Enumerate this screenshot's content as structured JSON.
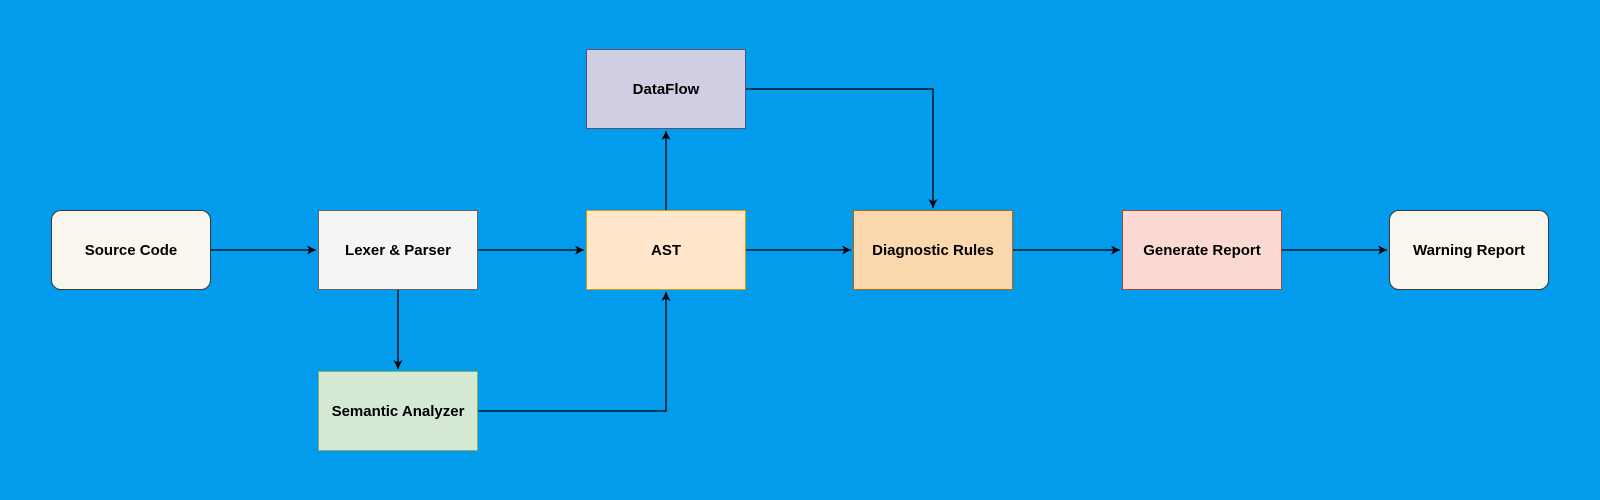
{
  "diagram": {
    "nodes": {
      "source": {
        "label": "Source Code",
        "fill": "#F9F7ED",
        "stroke": "#36393D"
      },
      "lexer": {
        "label": "Lexer & Parser",
        "fill": "#F5F5F5",
        "stroke": "#666666"
      },
      "semantic": {
        "label": "Semantic Analyzer",
        "fill": "#D5E8D4",
        "stroke": "#82B366"
      },
      "ast": {
        "label": "AST",
        "fill": "#FFE6CC",
        "stroke": "#D79B00"
      },
      "dataflow": {
        "label": "DataFlow",
        "fill": "#D0CEE2",
        "stroke": "#56517E"
      },
      "diag": {
        "label": "Diagnostic Rules",
        "fill": "#FAD7AC",
        "stroke": "#B46504"
      },
      "generate": {
        "label": "Generate Report",
        "fill": "#FAD9D5",
        "stroke": "#AE4132"
      },
      "warning": {
        "label": "Warning Report",
        "fill": "#F9F7ED",
        "stroke": "#36393D"
      }
    },
    "edges": [
      {
        "from": "source",
        "to": "lexer"
      },
      {
        "from": "lexer",
        "to": "ast"
      },
      {
        "from": "lexer",
        "to": "semantic"
      },
      {
        "from": "semantic",
        "to": "ast"
      },
      {
        "from": "ast",
        "to": "dataflow"
      },
      {
        "from": "dataflow",
        "to": "diag"
      },
      {
        "from": "ast",
        "to": "diag"
      },
      {
        "from": "diag",
        "to": "generate"
      },
      {
        "from": "generate",
        "to": "warning"
      }
    ],
    "colors": {
      "background": "#039CEC",
      "edge": "#000000"
    }
  }
}
